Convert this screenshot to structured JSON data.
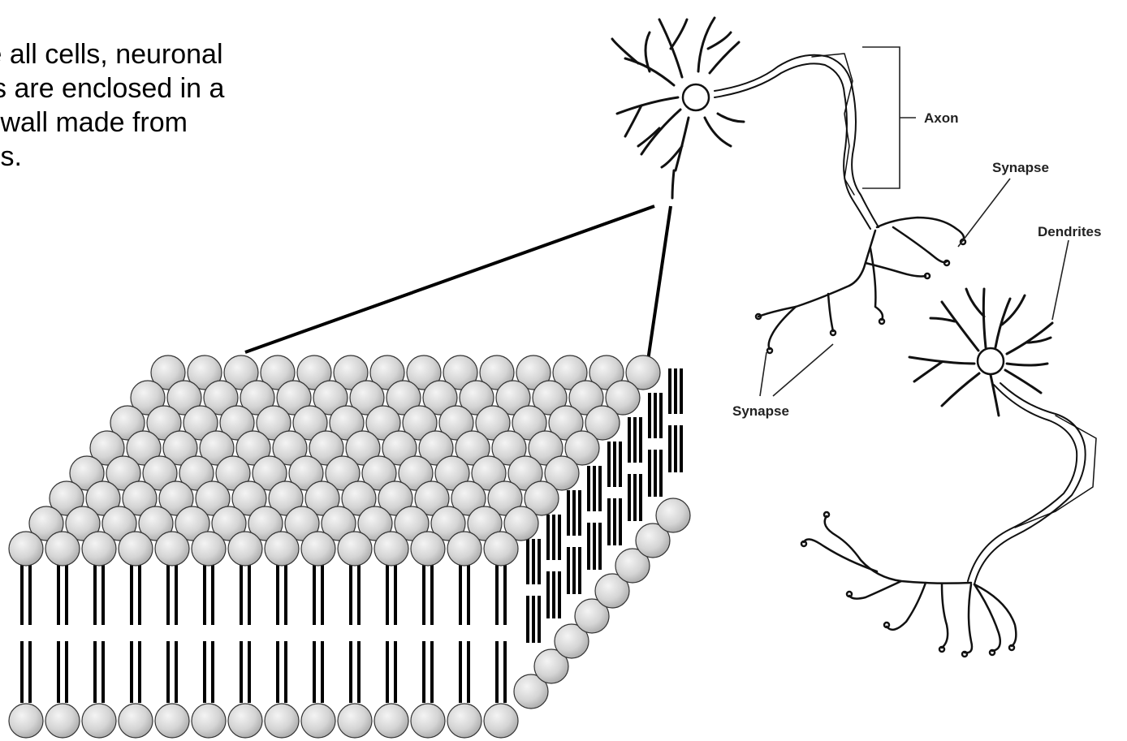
{
  "caption": {
    "lines": [
      "Like all cells, neuronal",
      "cells are enclosed in a",
      "cell wall made from",
      "lipids."
    ]
  },
  "labels": {
    "axon": "Axon",
    "synapse_top": "Synapse",
    "dendrites": "Dendrites",
    "synapse_bottom": "Synapse"
  },
  "colors": {
    "background": "#ffffff",
    "ink": "#000000",
    "lipid_head_light": "#f2f2f2",
    "lipid_head_dark": "#b0b0b0"
  },
  "icons": {
    "neuron_upper": "neuron-cell-body",
    "neuron_lower": "neuron-cell-body",
    "membrane": "lipid-bilayer"
  }
}
